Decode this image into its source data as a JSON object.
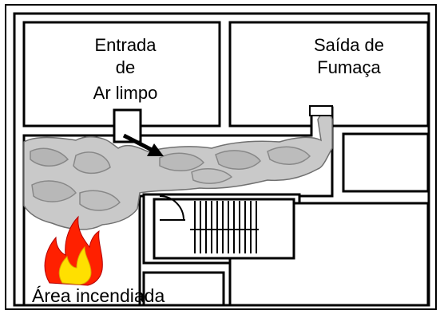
{
  "labels": {
    "entrada_line1": "Entrada",
    "entrada_line2": "de",
    "entrada_line3": "Ar limpo",
    "saida_line1": "Saída de",
    "saida_line2": "Fumaça",
    "area": "Área incendiada"
  },
  "icons": {
    "fire": "fire-icon",
    "arrow": "arrow-icon",
    "smoke": "smoke-cloud"
  },
  "colors": {
    "wall": "#000000",
    "smoke": "#c8c8c8",
    "smoke_edge": "#6e6e6e",
    "fire_outer": "#ff2000",
    "fire_inner": "#ffe000"
  }
}
